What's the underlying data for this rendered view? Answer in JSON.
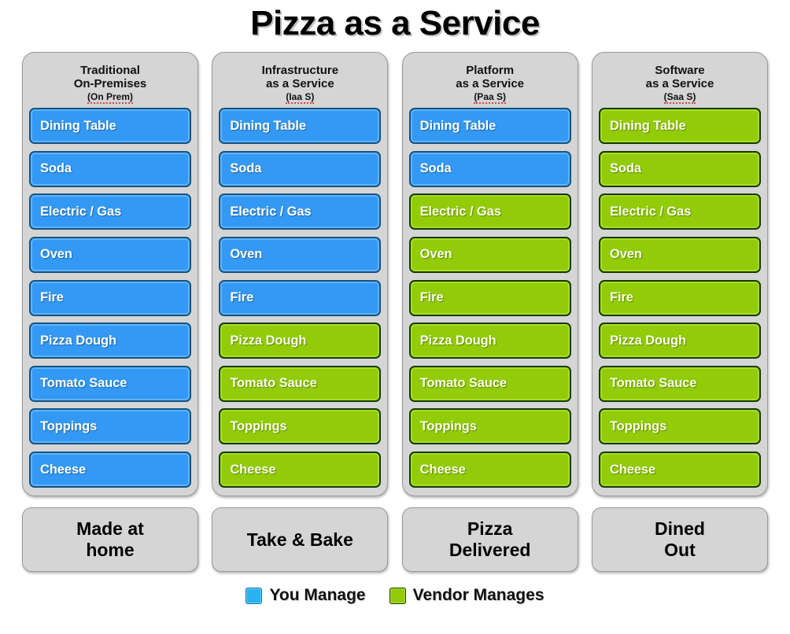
{
  "title": "Pizza as a Service",
  "legend": {
    "entries": [
      {
        "swatch": "blue",
        "label": "You Manage",
        "color": "#2bb2f0"
      },
      {
        "swatch": "green",
        "label": "Vendor Manages",
        "color": "#92cc08"
      }
    ]
  },
  "colors": {
    "you_manage": "#3399f5",
    "vendor_manages": "#92cc08",
    "panel_background": "#d5d5d5",
    "page_background": "#ffffff",
    "text_dark": "#000000"
  },
  "layers": [
    "Dining Table",
    "Soda",
    "Electric / Gas",
    "Oven",
    "Fire",
    "Pizza Dough",
    "Tomato Sauce",
    "Toppings",
    "Cheese"
  ],
  "columns": [
    {
      "header_line1": "Traditional",
      "header_line2": "On-Premises",
      "abbr": "(On Prem)",
      "abbr_misspelled": true,
      "caption": "Made at\nhome",
      "items": [
        {
          "label": "Dining Table",
          "owner": "blue"
        },
        {
          "label": "Soda",
          "owner": "blue"
        },
        {
          "label": "Electric / Gas",
          "owner": "blue"
        },
        {
          "label": "Oven",
          "owner": "blue"
        },
        {
          "label": "Fire",
          "owner": "blue"
        },
        {
          "label": "Pizza Dough",
          "owner": "blue"
        },
        {
          "label": "Tomato Sauce",
          "owner": "blue"
        },
        {
          "label": "Toppings",
          "owner": "blue"
        },
        {
          "label": "Cheese",
          "owner": "blue"
        }
      ]
    },
    {
      "header_line1": "Infrastructure",
      "header_line2": "as a Service",
      "abbr": "(Iaa S)",
      "abbr_misspelled": true,
      "caption": "Take & Bake",
      "items": [
        {
          "label": "Dining Table",
          "owner": "blue"
        },
        {
          "label": "Soda",
          "owner": "blue"
        },
        {
          "label": "Electric / Gas",
          "owner": "blue"
        },
        {
          "label": "Oven",
          "owner": "blue"
        },
        {
          "label": "Fire",
          "owner": "blue"
        },
        {
          "label": "Pizza Dough",
          "owner": "green"
        },
        {
          "label": "Tomato Sauce",
          "owner": "green"
        },
        {
          "label": "Toppings",
          "owner": "green"
        },
        {
          "label": "Cheese",
          "owner": "green"
        }
      ]
    },
    {
      "header_line1": "Platform",
      "header_line2": "as a Service",
      "abbr": "(Paa S)",
      "abbr_misspelled": true,
      "caption": "Pizza\nDelivered",
      "items": [
        {
          "label": "Dining Table",
          "owner": "blue"
        },
        {
          "label": "Soda",
          "owner": "blue"
        },
        {
          "label": "Electric / Gas",
          "owner": "green"
        },
        {
          "label": "Oven",
          "owner": "green"
        },
        {
          "label": "Fire",
          "owner": "green"
        },
        {
          "label": "Pizza Dough",
          "owner": "green"
        },
        {
          "label": "Tomato Sauce",
          "owner": "green"
        },
        {
          "label": "Toppings",
          "owner": "green"
        },
        {
          "label": "Cheese",
          "owner": "green"
        }
      ]
    },
    {
      "header_line1": "Software",
      "header_line2": "as a Service",
      "abbr": "(Saa S)",
      "abbr_misspelled": true,
      "caption": "Dined\nOut",
      "items": [
        {
          "label": "Dining Table",
          "owner": "green"
        },
        {
          "label": "Soda",
          "owner": "green"
        },
        {
          "label": "Electric / Gas",
          "owner": "green"
        },
        {
          "label": "Oven",
          "owner": "green"
        },
        {
          "label": "Fire",
          "owner": "green"
        },
        {
          "label": "Pizza Dough",
          "owner": "green"
        },
        {
          "label": "Tomato Sauce",
          "owner": "green"
        },
        {
          "label": "Toppings",
          "owner": "green"
        },
        {
          "label": "Cheese",
          "owner": "green"
        }
      ]
    }
  ]
}
